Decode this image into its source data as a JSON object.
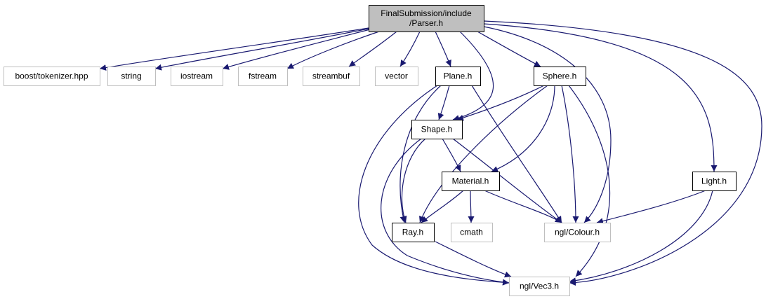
{
  "diagram": {
    "colors": {
      "edge": "#191970",
      "root_fill": "#bfbfbf",
      "documented_border": "#000000",
      "external_border": "#bfbfbf",
      "node_fill": "#ffffff",
      "text": "#000000"
    },
    "nodes": [
      {
        "id": "parser",
        "lines": [
          "FinalSubmission/include",
          "/Parser.h"
        ],
        "kind": "root"
      },
      {
        "id": "tokenizer",
        "lines": [
          "boost/tokenizer.hpp"
        ],
        "kind": "external"
      },
      {
        "id": "string",
        "lines": [
          "string"
        ],
        "kind": "external"
      },
      {
        "id": "iostream",
        "lines": [
          "iostream"
        ],
        "kind": "external"
      },
      {
        "id": "fstream",
        "lines": [
          "fstream"
        ],
        "kind": "external"
      },
      {
        "id": "streambuf",
        "lines": [
          "streambuf"
        ],
        "kind": "external"
      },
      {
        "id": "vector",
        "lines": [
          "vector"
        ],
        "kind": "external"
      },
      {
        "id": "plane",
        "lines": [
          "Plane.h"
        ],
        "kind": "documented"
      },
      {
        "id": "sphere",
        "lines": [
          "Sphere.h"
        ],
        "kind": "documented"
      },
      {
        "id": "shape",
        "lines": [
          "Shape.h"
        ],
        "kind": "documented"
      },
      {
        "id": "material",
        "lines": [
          "Material.h"
        ],
        "kind": "documented"
      },
      {
        "id": "light",
        "lines": [
          "Light.h"
        ],
        "kind": "documented"
      },
      {
        "id": "ray",
        "lines": [
          "Ray.h"
        ],
        "kind": "documented"
      },
      {
        "id": "cmath",
        "lines": [
          "cmath"
        ],
        "kind": "external"
      },
      {
        "id": "colour",
        "lines": [
          "ngl/Colour.h"
        ],
        "kind": "external"
      },
      {
        "id": "vec3",
        "lines": [
          "ngl/Vec3.h"
        ],
        "kind": "external"
      }
    ],
    "edges": [
      {
        "from": "parser",
        "to": "tokenizer"
      },
      {
        "from": "parser",
        "to": "string"
      },
      {
        "from": "parser",
        "to": "iostream"
      },
      {
        "from": "parser",
        "to": "fstream"
      },
      {
        "from": "parser",
        "to": "streambuf"
      },
      {
        "from": "parser",
        "to": "vector"
      },
      {
        "from": "parser",
        "to": "plane"
      },
      {
        "from": "parser",
        "to": "shape"
      },
      {
        "from": "parser",
        "to": "sphere"
      },
      {
        "from": "parser",
        "to": "colour"
      },
      {
        "from": "parser",
        "to": "light"
      },
      {
        "from": "parser",
        "to": "vec3"
      },
      {
        "from": "plane",
        "to": "shape"
      },
      {
        "from": "plane",
        "to": "ray"
      },
      {
        "from": "plane",
        "to": "colour"
      },
      {
        "from": "plane",
        "to": "vec3"
      },
      {
        "from": "sphere",
        "to": "shape"
      },
      {
        "from": "sphere",
        "to": "material"
      },
      {
        "from": "sphere",
        "to": "ray"
      },
      {
        "from": "sphere",
        "to": "colour"
      },
      {
        "from": "sphere",
        "to": "vec3"
      },
      {
        "from": "shape",
        "to": "material"
      },
      {
        "from": "shape",
        "to": "ray"
      },
      {
        "from": "shape",
        "to": "colour"
      },
      {
        "from": "shape",
        "to": "vec3"
      },
      {
        "from": "material",
        "to": "ray"
      },
      {
        "from": "material",
        "to": "cmath"
      },
      {
        "from": "material",
        "to": "colour"
      },
      {
        "from": "light",
        "to": "colour"
      },
      {
        "from": "light",
        "to": "vec3"
      },
      {
        "from": "ray",
        "to": "vec3"
      }
    ]
  }
}
